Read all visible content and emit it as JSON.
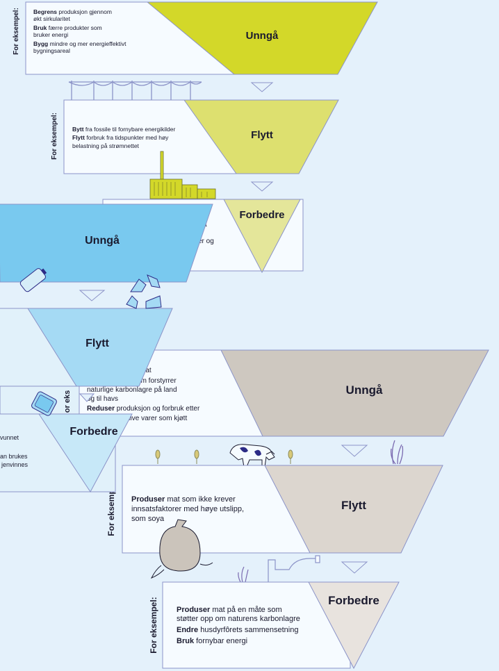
{
  "top_stack": {
    "tier1": {
      "for_example": "For eksempel:",
      "title": "Unngå",
      "lines": [
        {
          "bold": "Begrens",
          "rest": " produksjon gjennom"
        },
        {
          "bold": "",
          "rest": "økt sirkularitet"
        },
        {
          "bold": "Bruk",
          "rest": " færre produkter som"
        },
        {
          "bold": "",
          "rest": "bruker energi"
        },
        {
          "bold": "Bygg",
          "rest": " mindre og mer energieffektivt"
        },
        {
          "bold": "",
          "rest": "bygningsareal"
        }
      ]
    },
    "tier2": {
      "for_example": "For eksempel:",
      "title": "Flytt",
      "lines": [
        {
          "bold": "Bytt",
          "rest": " fra fossile til fornybare energikilder"
        },
        {
          "bold": "Flytt",
          "rest": " forbruk fra tidspunkter med høy"
        },
        {
          "bold": "",
          "rest": "belastning på strømnettet"
        }
      ]
    },
    "tier3": {
      "title": "Forbedre",
      "fragments": [
        "e",
        "å",
        "ser og"
      ]
    }
  },
  "middle_stack": {
    "tier1": {
      "title": "Unngå"
    },
    "tier2": {
      "title": "Flytt",
      "for_example_partial": "or eks"
    },
    "tier3": {
      "title": "Forbedre",
      "fragments": [
        "vunnet",
        "an brukes",
        "jenvinnes"
      ]
    }
  },
  "bottom_stack": {
    "tier1": {
      "title": "Unngå",
      "lines": [
        {
          "bold": "",
          "rest": "mat"
        },
        {
          "bold": "",
          "rest": "eter som forstyrrer"
        },
        {
          "bold": "",
          "rest": "naturlige karbonlagre på land"
        },
        {
          "bold": "",
          "rest": "og til havs"
        },
        {
          "bold": "Reduser",
          "rest": " produksjon og forbruk etter"
        },
        {
          "bold": "",
          "rest": "nsive varer som kjøtt"
        }
      ]
    },
    "tier2": {
      "for_example": "For eksempel:",
      "title": "Flytt",
      "lines": [
        {
          "bold": "Produser",
          "rest": " mat som ikke krever"
        },
        {
          "bold": "",
          "rest": "innsatsfaktorer med høye utslipp,"
        },
        {
          "bold": "",
          "rest": "som soya"
        }
      ]
    },
    "tier3": {
      "for_example": "For eksempel:",
      "title": "Forbedre",
      "lines": [
        {
          "bold": "Produser",
          "rest": " mat på en måte som"
        },
        {
          "bold": "",
          "rest": "støtter opp om naturens karbonlagre"
        },
        {
          "bold": "Endre",
          "rest": " husdyrfôrets sammensetning"
        },
        {
          "bold": "Bruk",
          "rest": " fornybar energi"
        }
      ]
    }
  },
  "colors": {
    "background": "#e4f1fb",
    "panel": "#f6fbff",
    "outline": "#8b93c8",
    "energy_1": "#d3d829",
    "energy_2": "#dde06f",
    "energy_3": "#e4e69a",
    "material_1": "#79c9ef",
    "material_2": "#a5daf4",
    "material_3": "#c7e8f8",
    "food_1": "#cec8c0",
    "food_2": "#dcd6cf",
    "food_3": "#e8e3de",
    "text": "#1a1a2e"
  }
}
